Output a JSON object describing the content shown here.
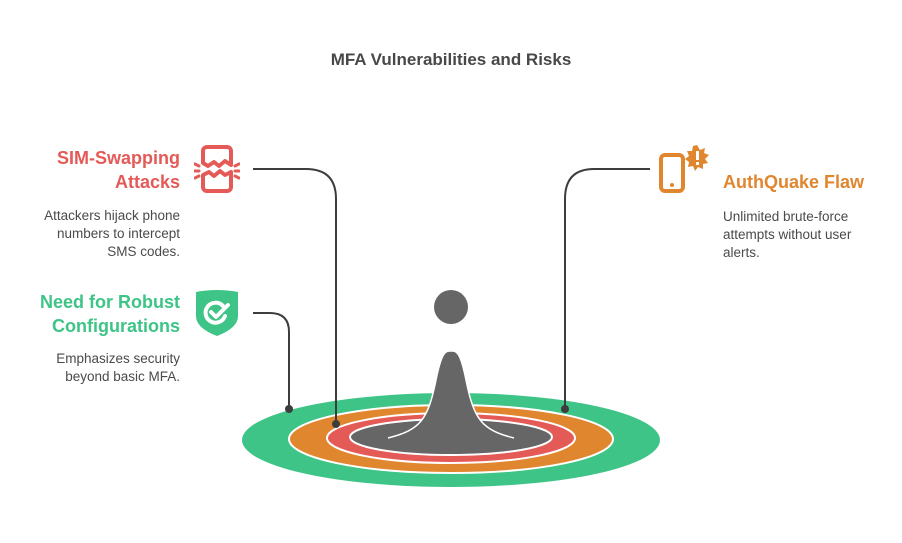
{
  "title": "MFA Vulnerabilities and Risks",
  "colors": {
    "red": "#e45a57",
    "orange": "#e0862f",
    "green": "#3dc486",
    "gray": "#666666",
    "connector": "#3d3d3d",
    "text": "#4a4a4a"
  },
  "items": [
    {
      "id": "sim-swapping",
      "title_line1": "SIM-Swapping",
      "title_line2": "Attacks",
      "description_lines": [
        "Attackers hijack phone",
        "numbers to intercept",
        "SMS codes."
      ],
      "icon": "broken-phone-icon",
      "color": "#e45a57"
    },
    {
      "id": "robust-configurations",
      "title_line1": "Need for Robust",
      "title_line2": "Configurations",
      "description_lines": [
        "Emphasizes security",
        "beyond basic MFA."
      ],
      "icon": "shield-check-icon",
      "color": "#3dc486"
    },
    {
      "id": "authquake-flaw",
      "title_line1": "AuthQuake Flaw",
      "description_lines": [
        "Unlimited brute-force",
        "attempts without user",
        "alerts."
      ],
      "icon": "phone-alert-icon",
      "color": "#e0862f"
    }
  ]
}
